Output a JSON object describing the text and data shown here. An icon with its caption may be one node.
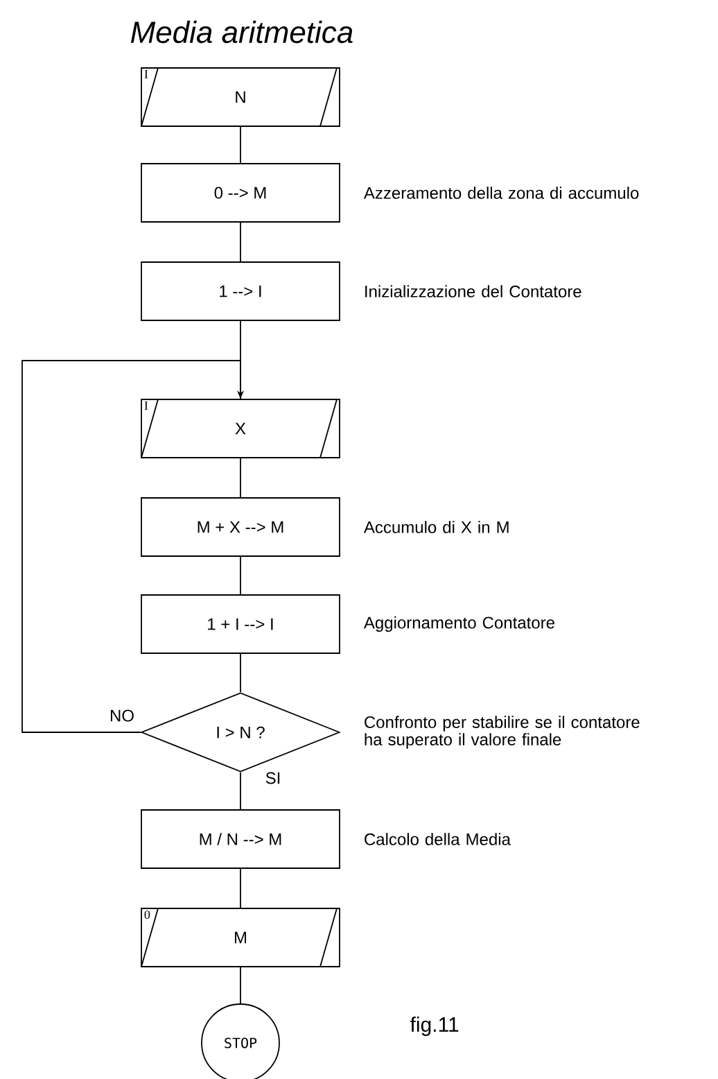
{
  "diagram": {
    "title": "Media aritmetica",
    "nodes": [
      {
        "text": [
          "I",
          "N"
        ]
      },
      {
        "text": [
          "0 --> M"
        ],
        "beside": [
          "Azzeramento della zona di accumulo"
        ]
      },
      {
        "text": [
          "1 --> I"
        ],
        "beside": [
          "Inizializzazione del Contatore"
        ]
      },
      {
        "text": [
          "I",
          "X"
        ]
      },
      {
        "text": [
          "M + X  --> M"
        ],
        "beside": [
          "Accumulo di X in M"
        ]
      },
      {
        "text": [
          "1 + I  --> I"
        ],
        "beside": [
          "Aggiornamento Contatore"
        ]
      },
      {
        "text": [
          "I > N  ?"
        ],
        "beside": [
          "Confronto per stabilire se il contatore ha superato il valore finale"
        ]
      },
      {
        "text": [
          "M / N  --> M"
        ],
        "beside": [
          "Calcolo della Media"
        ]
      },
      {
        "text": [
          "0",
          "M"
        ]
      },
      {
        "text": [
          "STOP"
        ]
      }
    ],
    "edges": [
      {
        "from": 0,
        "to": 1,
        "arrow": "none"
      },
      {
        "from": 1,
        "to": 2,
        "arrow": "none"
      },
      {
        "from": 2,
        "to": 3,
        "arrow": "none"
      },
      {
        "from": 6,
        "to": 3,
        "arrow": "to",
        "label": "NO"
      },
      {
        "from": 3,
        "to": 4,
        "arrow": "none"
      },
      {
        "from": 4,
        "to": 5,
        "arrow": "none"
      },
      {
        "from": 5,
        "to": 6,
        "arrow": "none"
      },
      {
        "from": 6,
        "to": 7,
        "arrow": "none",
        "label": "SI"
      },
      {
        "from": 7,
        "to": 8,
        "arrow": "none"
      },
      {
        "from": 8,
        "to": 9,
        "arrow": "none"
      }
    ],
    "labels": [
      "fig.11"
    ]
  }
}
